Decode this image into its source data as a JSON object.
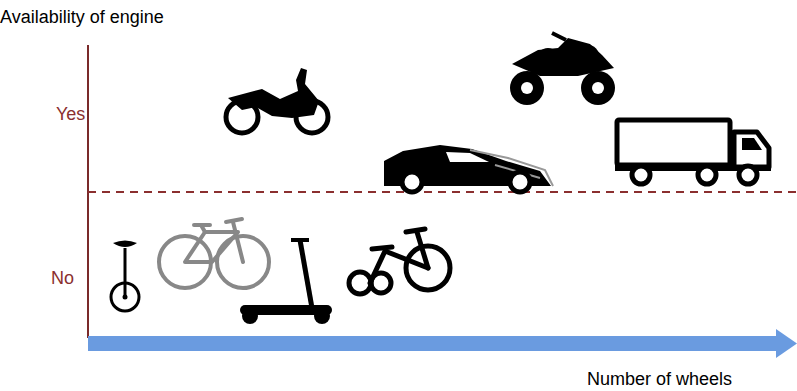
{
  "diagram": {
    "labels": [
      "Availability of engine",
      "Yes",
      "No",
      "Number of wheels"
    ]
  }
}
